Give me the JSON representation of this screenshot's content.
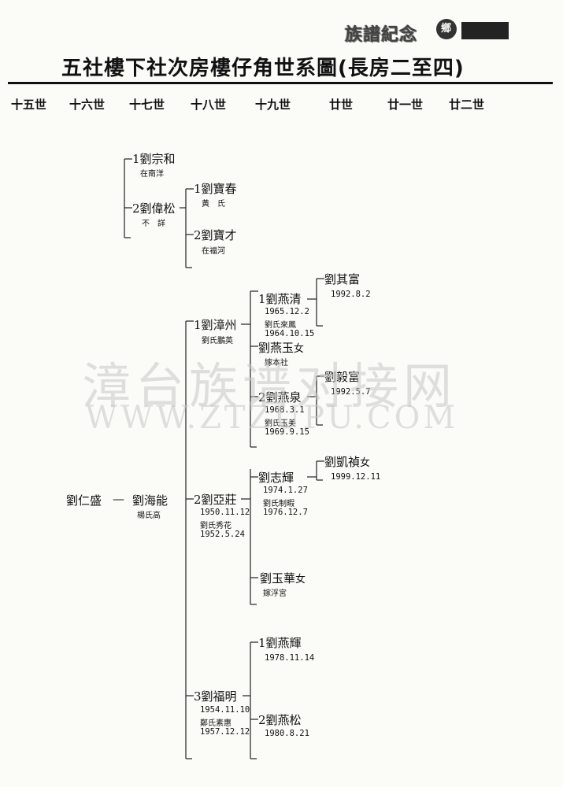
{
  "header": {
    "banner_text": "族譜紀念",
    "banner_seal": "鄉"
  },
  "title": "五社樓下社次房樓仔角世系圖(長房二至四)",
  "generations": [
    "十五世",
    "十六世",
    "十七世",
    "十八世",
    "十九世",
    "廿世",
    "廿一世",
    "廿二世"
  ],
  "watermark": {
    "cn": "漳台族谱对接网",
    "en": "WWW.ZTZUPU.COM"
  },
  "persons": {
    "renSheng": {
      "name": "劉仁盛"
    },
    "connector": "—",
    "haiNeng": {
      "name": "劉海能",
      "spouse": "楊氏高"
    },
    "zongHe": {
      "name": "1劉宗和",
      "note": "在南洋"
    },
    "weiSong": {
      "name": "2劉偉松",
      "note": "不　詳"
    },
    "baoChun": {
      "name": "1劉寶春",
      "note": "黃　氏"
    },
    "baoCai": {
      "name": "2劉寶才",
      "note": "在福河"
    },
    "zhangZhou": {
      "name": "1劉漳州",
      "spouse": "劉氏鵬英"
    },
    "yaZhuang": {
      "name": "2劉亞莊",
      "birth": "1950.11.12",
      "spouse": "劉氏秀花",
      "spouse_birth": "1952.5.24"
    },
    "fuMing": {
      "name": "3劉福明",
      "birth": "1954.11.10",
      "spouse": "鄭氏素惠",
      "spouse_birth": "1957.12.12"
    },
    "yanQing": {
      "name": "1劉燕清",
      "birth": "1965.12.2",
      "spouse": "劉氏來鳳",
      "spouse_birth": "1964.10.15"
    },
    "yanYu": {
      "name": "劉燕玉",
      "gender": "女",
      "note": "嫁本社"
    },
    "yanQuan": {
      "name": "2劉燕泉",
      "birth": "1968.3.1",
      "spouse": "劉氏玉美",
      "spouse_birth": "1969.9.15"
    },
    "zhiHui": {
      "name": "劉志輝",
      "birth": "1974.1.27",
      "spouse": "劉氏制暇",
      "spouse_birth": "1976.12.7"
    },
    "yuHua": {
      "name": "劉玉華",
      "gender": "女",
      "note": "嫁浮宮"
    },
    "yanHui": {
      "name": "1劉燕輝",
      "birth": "1978.11.14"
    },
    "yanSong": {
      "name": "2劉燕松",
      "birth": "1980.8.21"
    },
    "qiFu": {
      "name": "劉其富",
      "birth": "1992.8.2"
    },
    "yiFu": {
      "name": "劉毅富",
      "birth": "1992.5.7"
    },
    "kaiZhen": {
      "name": "劉凱禎",
      "gender": "女",
      "birth": "1999.12.11"
    }
  }
}
